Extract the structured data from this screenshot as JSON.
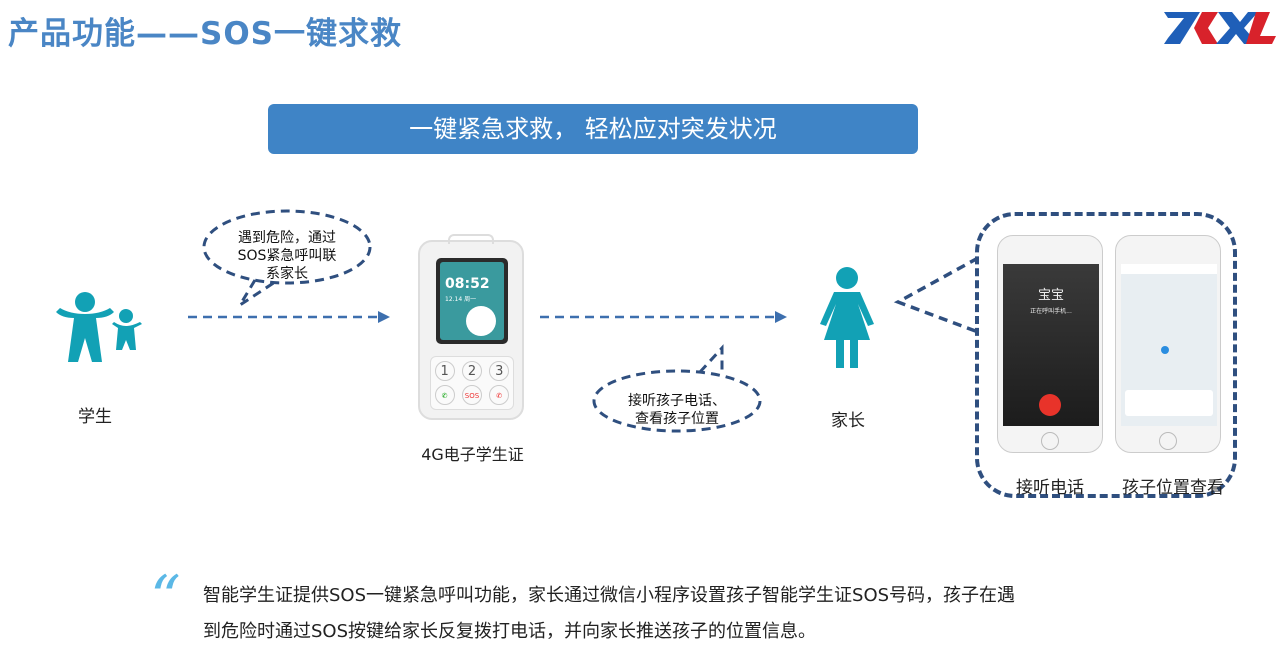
{
  "title": "产品功能——SOS一键求救",
  "logo_text": "ZKXL",
  "banner": "一键紧急求救， 轻松应对突发状况",
  "student_label": "学生",
  "card_label": "4G电子学生证",
  "parent_label": "家长",
  "bubble1": [
    "遇到危险，通过",
    "SOS紧急呼叫联",
    "系家长"
  ],
  "bubble2": [
    "接听孩子电话、",
    "查看孩子位置"
  ],
  "card": {
    "time": "08:52",
    "date": "12.14 周一",
    "keys": [
      "1",
      "2",
      "3"
    ],
    "sos": "SOS"
  },
  "phone1": {
    "caller": "宝宝",
    "status": "正在呼叫手机...",
    "caption": "接听电话"
  },
  "phone2": {
    "caption": "孩子位置查看"
  },
  "description": [
    "智能学生证提供SOS一键紧急呼叫功能，家长通过微信小程序设置孩子智能学生证SOS号码，孩子在遇",
    "到危险时通过SOS按键给家长反复拨打电话，并向家长推送孩子的位置信息。"
  ],
  "colors": {
    "title": "#4a86c5",
    "banner": "#3f84c6",
    "teal": "#12a1b5",
    "dash": "#3d6fae",
    "frame": "#2f4f7f"
  }
}
